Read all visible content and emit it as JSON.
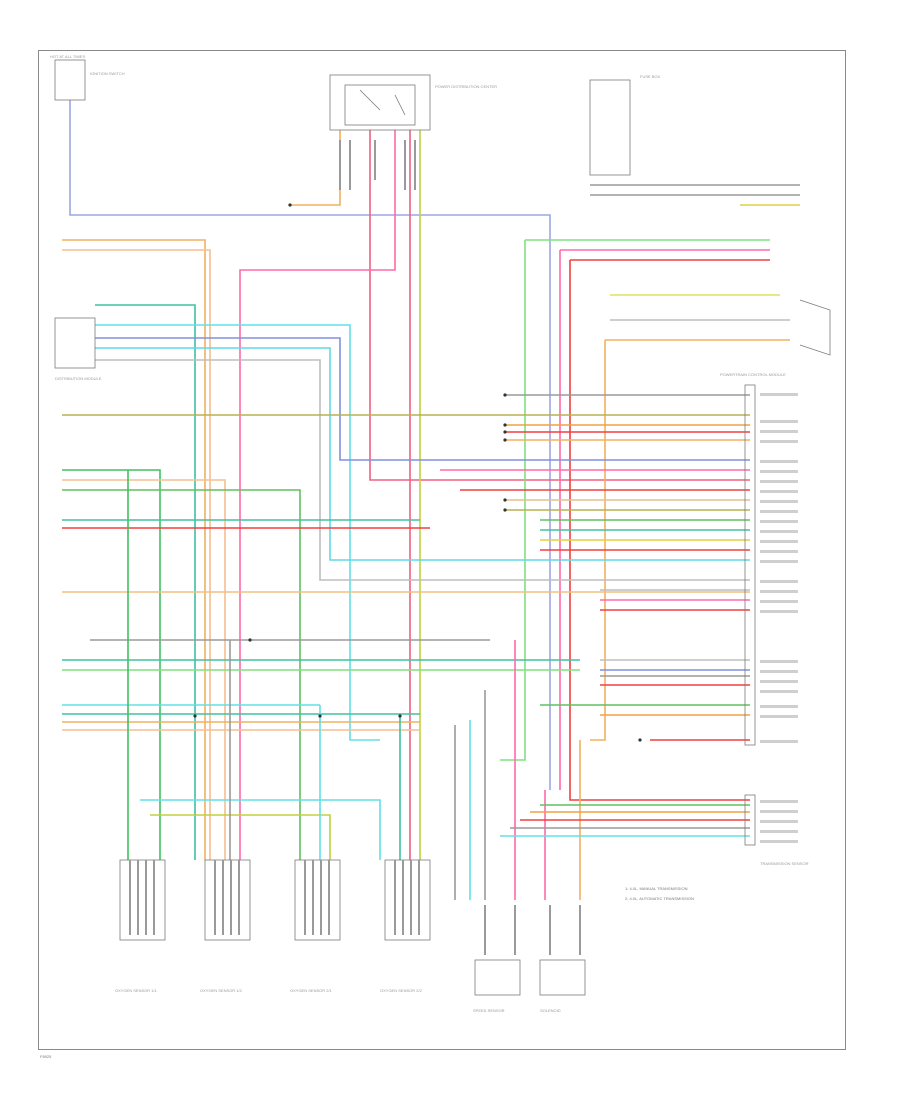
{
  "diagram": {
    "footer_code": "F8925",
    "legend": [
      "1: 4.0L, MANUAL TRANSMISSION",
      "2: 4.0L, AUTOMATIC TRANSMISSION"
    ],
    "components": {
      "hot_at_all_times": "HOT AT ALL TIMES",
      "ignition_switch": "IGNITION SWITCH",
      "relay": "POWER DISTRIBUTION CENTER",
      "distribution_module": "DISTRIBUTION MODULE",
      "fuse_box": "FUSE BOX",
      "powertrain_control_module": "POWERTRAIN CONTROL MODULE",
      "transmission_sensor": "TRANSMISSION SENSOR",
      "oxygen_sensor_1": "OXYGEN SENSOR 1/1",
      "oxygen_sensor_2": "OXYGEN SENSOR 1/2",
      "oxygen_sensor_3": "OXYGEN SENSOR 2/1",
      "oxygen_sensor_4": "OXYGEN SENSOR 2/2",
      "actuator_left": "SPEED SENSOR",
      "actuator_right": "SOLENOID"
    }
  }
}
